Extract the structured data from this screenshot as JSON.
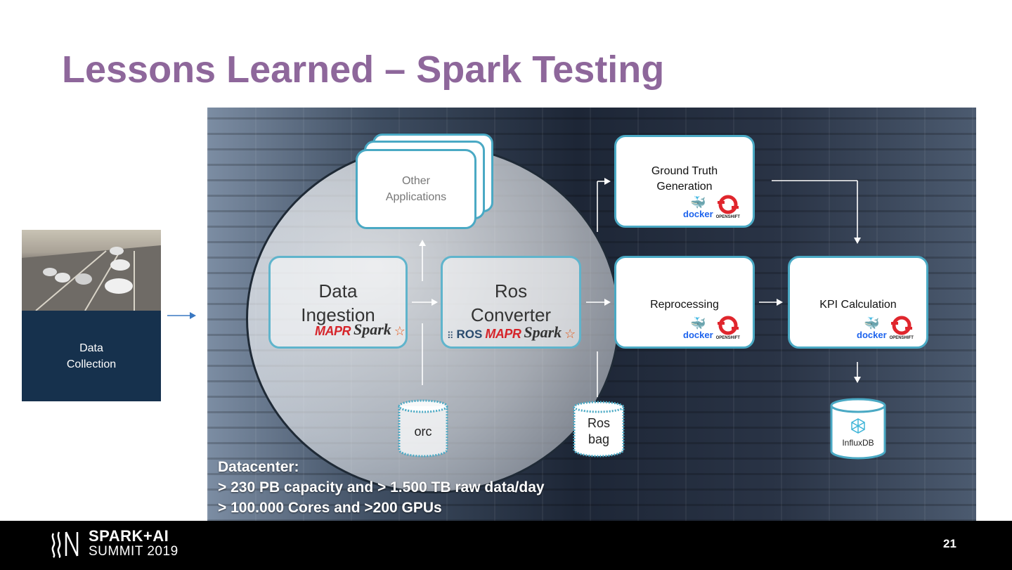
{
  "slide": {
    "title": "Lessons Learned – Spark Testing",
    "page_number": "21"
  },
  "data_collection": {
    "line1": "Data",
    "line2": "Collection"
  },
  "nodes": {
    "other_apps": {
      "line1": "Other",
      "line2": "Applications"
    },
    "data_ingestion": {
      "line1": "Data",
      "line2": "Ingestion"
    },
    "ros_converter": {
      "line1": "Ros",
      "line2": "Converter"
    },
    "ground_truth": {
      "line1": "Ground Truth",
      "line2": "Generation"
    },
    "reprocessing": {
      "label": "Reprocessing"
    },
    "kpi": {
      "label": "KPI Calculation"
    },
    "orc": {
      "label": "orc"
    },
    "ros_bag": {
      "line1": "Ros",
      "line2": "bag"
    },
    "influxdb": {
      "label": "InfluxDB"
    }
  },
  "logos": {
    "mapr": "MAPR",
    "spark": "Spark",
    "ros": "ROS",
    "docker": "docker",
    "openshift": "OPENSHIFT"
  },
  "datacenter": {
    "heading": "Datacenter:",
    "line1": "> 230 PB capacity and > 1.500 TB raw data/day",
    "line2": "> 100.000 Cores and >200 GPUs"
  },
  "footer": {
    "logo_line1": "SPARK+AI",
    "logo_line2": "SUMMIT 2019"
  },
  "colors": {
    "title": "#8e679b",
    "box_border": "#4aa9c4",
    "data_collection_bg": "#16314d",
    "footer_bg": "#000000"
  }
}
